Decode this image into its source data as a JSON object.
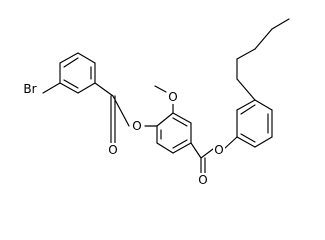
{
  "molecule": {
    "atoms": {
      "bromine": "Br",
      "ester1_ether_oxygen": "O",
      "ester1_carbonyl_oxygen": "O",
      "methoxy_oxygen": "O",
      "ester2_ether_oxygen": "O",
      "ester2_carbonyl_oxygen": "O"
    },
    "colors": {
      "bond": "#000000",
      "text": "#000000",
      "background": "#ffffff"
    }
  }
}
